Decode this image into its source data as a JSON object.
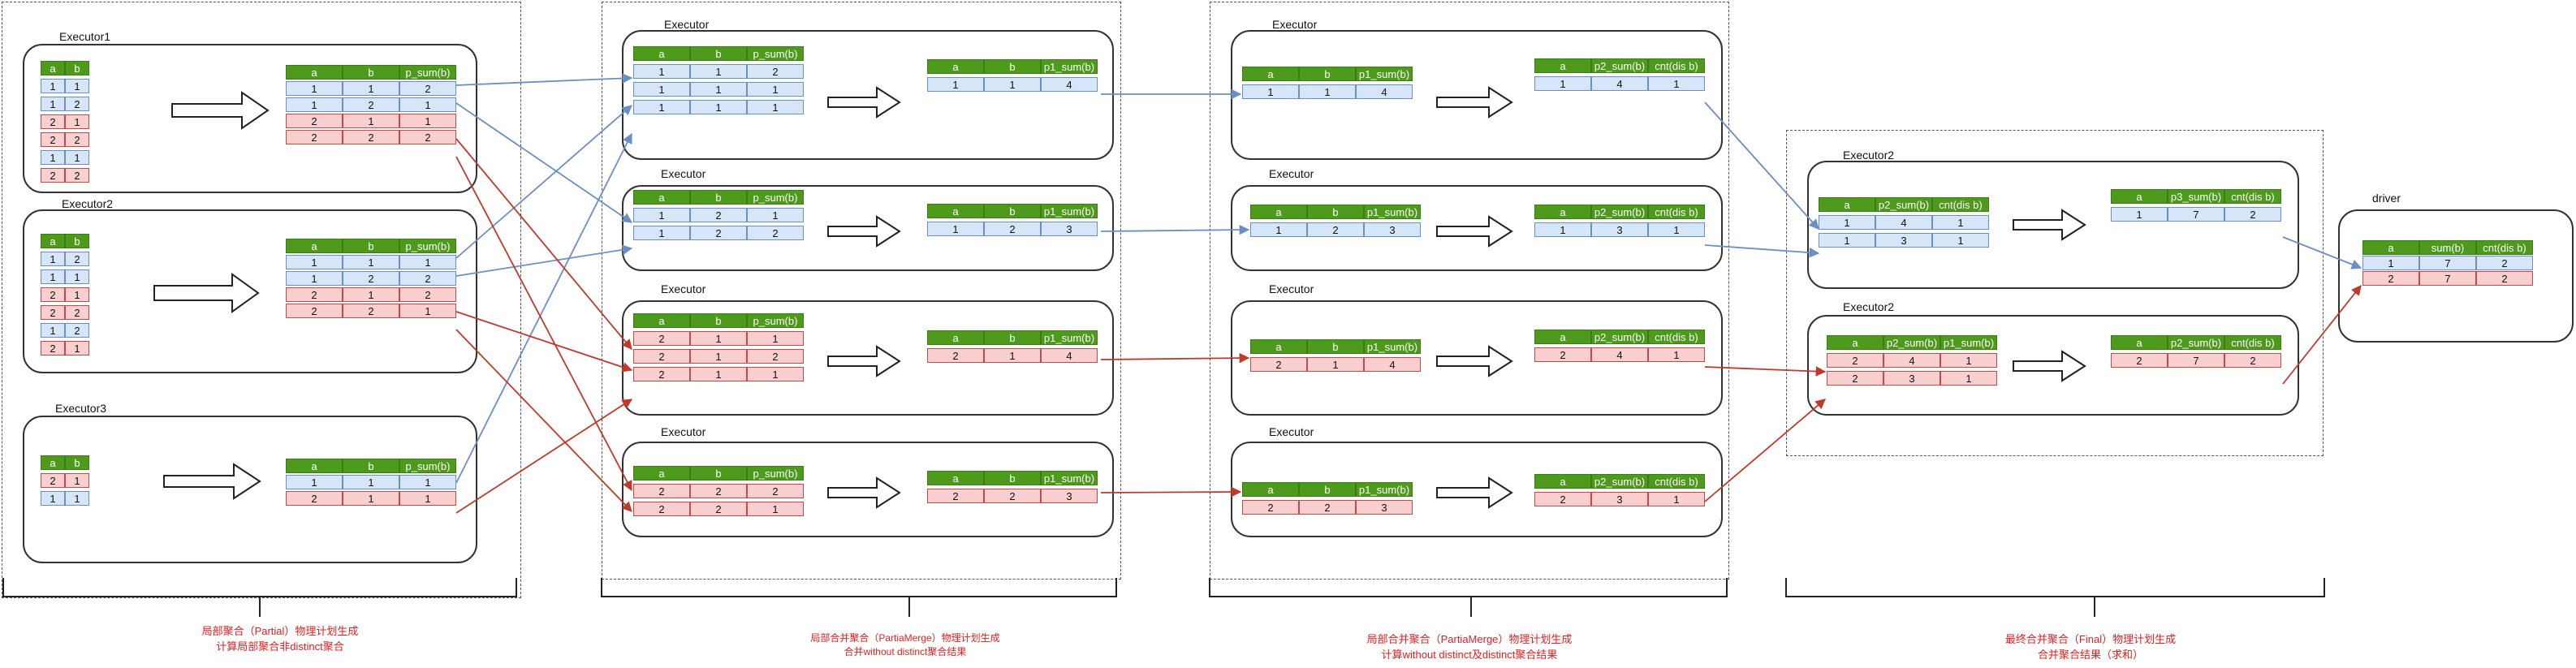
{
  "colors": {
    "header_green": "#4d9a1c",
    "blue_row": "#d6e6f8",
    "red_row": "#f9cfcf",
    "blue_line": "#6a8fc2",
    "red_line": "#c0392b",
    "caption": "#e02020"
  },
  "stage1": {
    "caption_1": "局部聚合（Partial）物理计划生成",
    "caption_2": "计算局部聚合非distinct聚合",
    "executors": [
      {
        "label": "Executor1",
        "input": {
          "headers": [
            "a",
            "b"
          ],
          "rows": [
            {
              "c": "b",
              "v": [
                "1",
                "1"
              ]
            },
            {
              "c": "b",
              "v": [
                "1",
                "2"
              ]
            },
            {
              "c": "r",
              "v": [
                "2",
                "1"
              ]
            },
            {
              "c": "r",
              "v": [
                "2",
                "2"
              ]
            },
            {
              "c": "b",
              "v": [
                "1",
                "1"
              ]
            },
            {
              "c": "r",
              "v": [
                "2",
                "2"
              ]
            }
          ]
        },
        "output": {
          "headers": [
            "a",
            "b",
            "p_sum(b)"
          ],
          "rows": [
            {
              "c": "b",
              "v": [
                "1",
                "1",
                "2"
              ]
            },
            {
              "c": "b",
              "v": [
                "1",
                "2",
                "1"
              ]
            },
            {
              "c": "r",
              "v": [
                "2",
                "1",
                "1"
              ]
            },
            {
              "c": "r",
              "v": [
                "2",
                "2",
                "2"
              ]
            }
          ]
        }
      },
      {
        "label": "Executor2",
        "input": {
          "headers": [
            "a",
            "b"
          ],
          "rows": [
            {
              "c": "b",
              "v": [
                "1",
                "2"
              ]
            },
            {
              "c": "b",
              "v": [
                "1",
                "1"
              ]
            },
            {
              "c": "r",
              "v": [
                "2",
                "1"
              ]
            },
            {
              "c": "r",
              "v": [
                "2",
                "2"
              ]
            },
            {
              "c": "b",
              "v": [
                "1",
                "2"
              ]
            },
            {
              "c": "r",
              "v": [
                "2",
                "1"
              ]
            }
          ]
        },
        "output": {
          "headers": [
            "a",
            "b",
            "p_sum(b)"
          ],
          "rows": [
            {
              "c": "b",
              "v": [
                "1",
                "1",
                "1"
              ]
            },
            {
              "c": "b",
              "v": [
                "1",
                "2",
                "2"
              ]
            },
            {
              "c": "r",
              "v": [
                "2",
                "1",
                "2"
              ]
            },
            {
              "c": "r",
              "v": [
                "2",
                "2",
                "1"
              ]
            }
          ]
        }
      },
      {
        "label": "Executor3",
        "input": {
          "headers": [
            "a",
            "b"
          ],
          "rows": [
            {
              "c": "r",
              "v": [
                "2",
                "1"
              ]
            },
            {
              "c": "b",
              "v": [
                "1",
                "1"
              ]
            }
          ]
        },
        "output": {
          "headers": [
            "a",
            "b",
            "p_sum(b)"
          ],
          "rows": [
            {
              "c": "b",
              "v": [
                "1",
                "1",
                "1"
              ]
            },
            {
              "c": "r",
              "v": [
                "2",
                "1",
                "1"
              ]
            }
          ]
        }
      }
    ]
  },
  "stage2": {
    "caption_1": "局部合并聚合（PartiaMerge）物理计划生成",
    "caption_2": "合并without distinct聚合结果",
    "executors": [
      {
        "label": "Executor",
        "input": {
          "headers": [
            "a",
            "b",
            "p_sum(b)"
          ],
          "rows": [
            {
              "c": "b",
              "v": [
                "1",
                "1",
                "2"
              ]
            },
            {
              "c": "b",
              "v": [
                "1",
                "1",
                "1"
              ]
            },
            {
              "c": "b",
              "v": [
                "1",
                "1",
                "1"
              ]
            }
          ]
        },
        "output": {
          "headers": [
            "a",
            "b",
            "p1_sum(b)"
          ],
          "rows": [
            {
              "c": "b",
              "v": [
                "1",
                "1",
                "4"
              ]
            }
          ]
        }
      },
      {
        "label": "Executor",
        "input": {
          "headers": [
            "a",
            "b",
            "p_sum(b)"
          ],
          "rows": [
            {
              "c": "b",
              "v": [
                "1",
                "2",
                "1"
              ]
            },
            {
              "c": "b",
              "v": [
                "1",
                "2",
                "2"
              ]
            }
          ]
        },
        "output": {
          "headers": [
            "a",
            "b",
            "p1_sum(b)"
          ],
          "rows": [
            {
              "c": "b",
              "v": [
                "1",
                "2",
                "3"
              ]
            }
          ]
        }
      },
      {
        "label": "Executor",
        "input": {
          "headers": [
            "a",
            "b",
            "p_sum(b)"
          ],
          "rows": [
            {
              "c": "r",
              "v": [
                "2",
                "1",
                "1"
              ]
            },
            {
              "c": "r",
              "v": [
                "2",
                "1",
                "2"
              ]
            },
            {
              "c": "r",
              "v": [
                "2",
                "1",
                "1"
              ]
            }
          ]
        },
        "output": {
          "headers": [
            "a",
            "b",
            "p1_sum(b)"
          ],
          "rows": [
            {
              "c": "r",
              "v": [
                "2",
                "1",
                "4"
              ]
            }
          ]
        }
      },
      {
        "label": "Executor",
        "input": {
          "headers": [
            "a",
            "b",
            "p_sum(b)"
          ],
          "rows": [
            {
              "c": "r",
              "v": [
                "2",
                "2",
                "2"
              ]
            },
            {
              "c": "r",
              "v": [
                "2",
                "2",
                "1"
              ]
            }
          ]
        },
        "output": {
          "headers": [
            "a",
            "b",
            "p1_sum(b)"
          ],
          "rows": [
            {
              "c": "r",
              "v": [
                "2",
                "2",
                "3"
              ]
            }
          ]
        }
      }
    ]
  },
  "stage3": {
    "caption_1": "局部合并聚合（PartiaMerge）物理计划生成",
    "caption_2": "计算without distinct及distinct聚合结果",
    "executors": [
      {
        "label": "Executor",
        "input": {
          "headers": [
            "a",
            "b",
            "p1_sum(b)"
          ],
          "rows": [
            {
              "c": "b",
              "v": [
                "1",
                "1",
                "4"
              ]
            }
          ]
        },
        "output": {
          "headers": [
            "a",
            "p2_sum(b)",
            "cnt(dis b)"
          ],
          "rows": [
            {
              "c": "b",
              "v": [
                "1",
                "4",
                "1"
              ]
            }
          ]
        }
      },
      {
        "label": "Executor",
        "input": {
          "headers": [
            "a",
            "b",
            "p1_sum(b)"
          ],
          "rows": [
            {
              "c": "b",
              "v": [
                "1",
                "2",
                "3"
              ]
            }
          ]
        },
        "output": {
          "headers": [
            "a",
            "p2_sum(b)",
            "cnt(dis b)"
          ],
          "rows": [
            {
              "c": "b",
              "v": [
                "1",
                "3",
                "1"
              ]
            }
          ]
        }
      },
      {
        "label": "Executor",
        "input": {
          "headers": [
            "a",
            "b",
            "p1_sum(b)"
          ],
          "rows": [
            {
              "c": "r",
              "v": [
                "2",
                "1",
                "4"
              ]
            }
          ]
        },
        "output": {
          "headers": [
            "a",
            "p2_sum(b)",
            "cnt(dis b)"
          ],
          "rows": [
            {
              "c": "r",
              "v": [
                "2",
                "4",
                "1"
              ]
            }
          ]
        }
      },
      {
        "label": "Executor",
        "input": {
          "headers": [
            "a",
            "b",
            "p1_sum(b)"
          ],
          "rows": [
            {
              "c": "r",
              "v": [
                "2",
                "2",
                "3"
              ]
            }
          ]
        },
        "output": {
          "headers": [
            "a",
            "p2_sum(b)",
            "cnt(dis b)"
          ],
          "rows": [
            {
              "c": "r",
              "v": [
                "2",
                "3",
                "1"
              ]
            }
          ]
        }
      }
    ]
  },
  "stage4": {
    "caption_1": "最终合并聚合（Final）物理计划生成",
    "caption_2": "合并聚合结果（求和）",
    "executors": [
      {
        "label": "Executor2",
        "input": {
          "headers": [
            "a",
            "p2_sum(b)",
            "cnt(dis b)"
          ],
          "rows": [
            {
              "c": "b",
              "v": [
                "1",
                "4",
                "1"
              ]
            },
            {
              "c": "b",
              "v": [
                "1",
                "3",
                "1"
              ]
            }
          ]
        },
        "output": {
          "headers": [
            "a",
            "p3_sum(b)",
            "cnt(dis b)"
          ],
          "rows": [
            {
              "c": "b",
              "v": [
                "1",
                "7",
                "2"
              ]
            }
          ]
        }
      },
      {
        "label": "Executor2",
        "input": {
          "headers": [
            "a",
            "p2_sum(b)",
            "p1_sum(b)"
          ],
          "rows": [
            {
              "c": "r",
              "v": [
                "2",
                "4",
                "1"
              ]
            },
            {
              "c": "r",
              "v": [
                "2",
                "3",
                "1"
              ]
            }
          ]
        },
        "output": {
          "headers": [
            "a",
            "p2_sum(b)",
            "cnt(dis b)"
          ],
          "rows": [
            {
              "c": "r",
              "v": [
                "2",
                "7",
                "2"
              ]
            }
          ]
        }
      }
    ]
  },
  "driver": {
    "label": "driver",
    "table": {
      "headers": [
        "a",
        "sum(b)",
        "cnt(dis b)"
      ],
      "rows": [
        {
          "c": "b",
          "v": [
            "1",
            "7",
            "2"
          ]
        },
        {
          "c": "r",
          "v": [
            "2",
            "7",
            "2"
          ]
        }
      ]
    }
  }
}
